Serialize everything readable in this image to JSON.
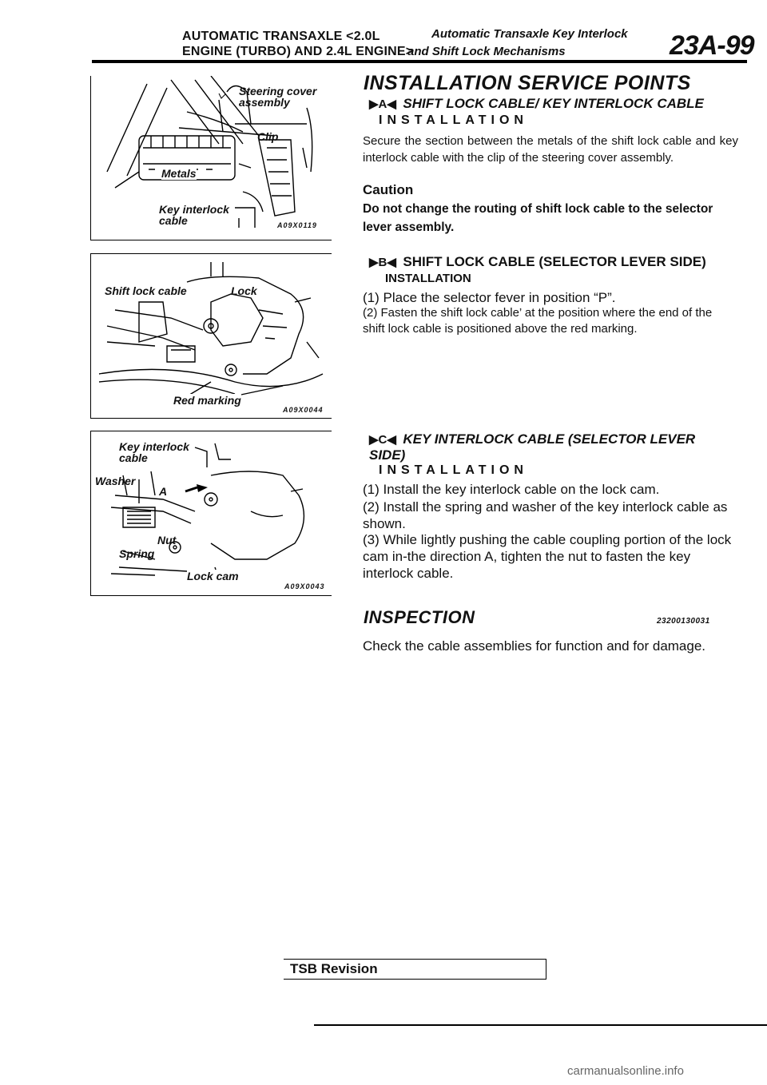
{
  "header": {
    "line1_left": "AUTOMATIC TRANSAXLE <2.0L",
    "line2_left": "ENGINE (TURBO) AND 2.4L ENGINE>",
    "title_right_1": "Automatic Transaxle Key Interlock",
    "title_right_2": "and Shift Lock Mechanisms",
    "page_number": "23A-99"
  },
  "figures": [
    {
      "labels": [
        "Steering cover assembly",
        "Clip",
        "Metals",
        "Key interlock cable"
      ],
      "code": "A09X0119"
    },
    {
      "labels": [
        "Shift lock cable",
        "Lock",
        "Red marking"
      ],
      "code": "A09X0044"
    },
    {
      "labels": [
        "Key interlock cable",
        "Washer",
        "A",
        "Nut",
        "Spring",
        "Lock cam"
      ],
      "code": "A09X0043"
    }
  ],
  "main": {
    "section_title": "INSTALLATION SERVICE POINTS",
    "a": {
      "marker": "▶A◀",
      "title": "SHIFT LOCK CABLE/ KEY INTERLOCK CABLE",
      "subtitle": "INSTALLATION",
      "text": "Secure the section between the metals of the shift lock cable and key interlock cable with the clip of the steering cover assembly.",
      "caution_label": "Caution",
      "caution_text": "Do not change the routing of shift lock cable to the selector lever assembly."
    },
    "b": {
      "marker": "▶B◀",
      "title": "SHIFT LOCK CABLE (SELECTOR LEVER SIDE)",
      "subtitle": "INSTALLATION",
      "steps": [
        "(1) Place the selector fever in position “P”.",
        "(2) Fasten the shift lock cable’ at the position where the end of the shift lock cable is positioned above the red marking."
      ]
    },
    "c": {
      "marker": "▶C◀",
      "title": "KEY INTERLOCK CABLE (SELECTOR LEVER SIDE)",
      "subtitle": "INSTALLATION",
      "steps": [
        "(1) Install the key interlock cable on the lock cam.",
        "(2) Install the spring and washer of the key interlock cable as shown.",
        "(3) While lightly pushing the cable coupling portion of the lock cam in-the direction A, tighten the nut to fasten the key interlock cable."
      ]
    },
    "inspection": {
      "title": "INSPECTION",
      "code": "23200130031",
      "text": "Check the cable assemblies for function and for damage."
    }
  },
  "footer": {
    "tsb": "TSB Revision",
    "watermark": "carmanualsonline.info"
  }
}
